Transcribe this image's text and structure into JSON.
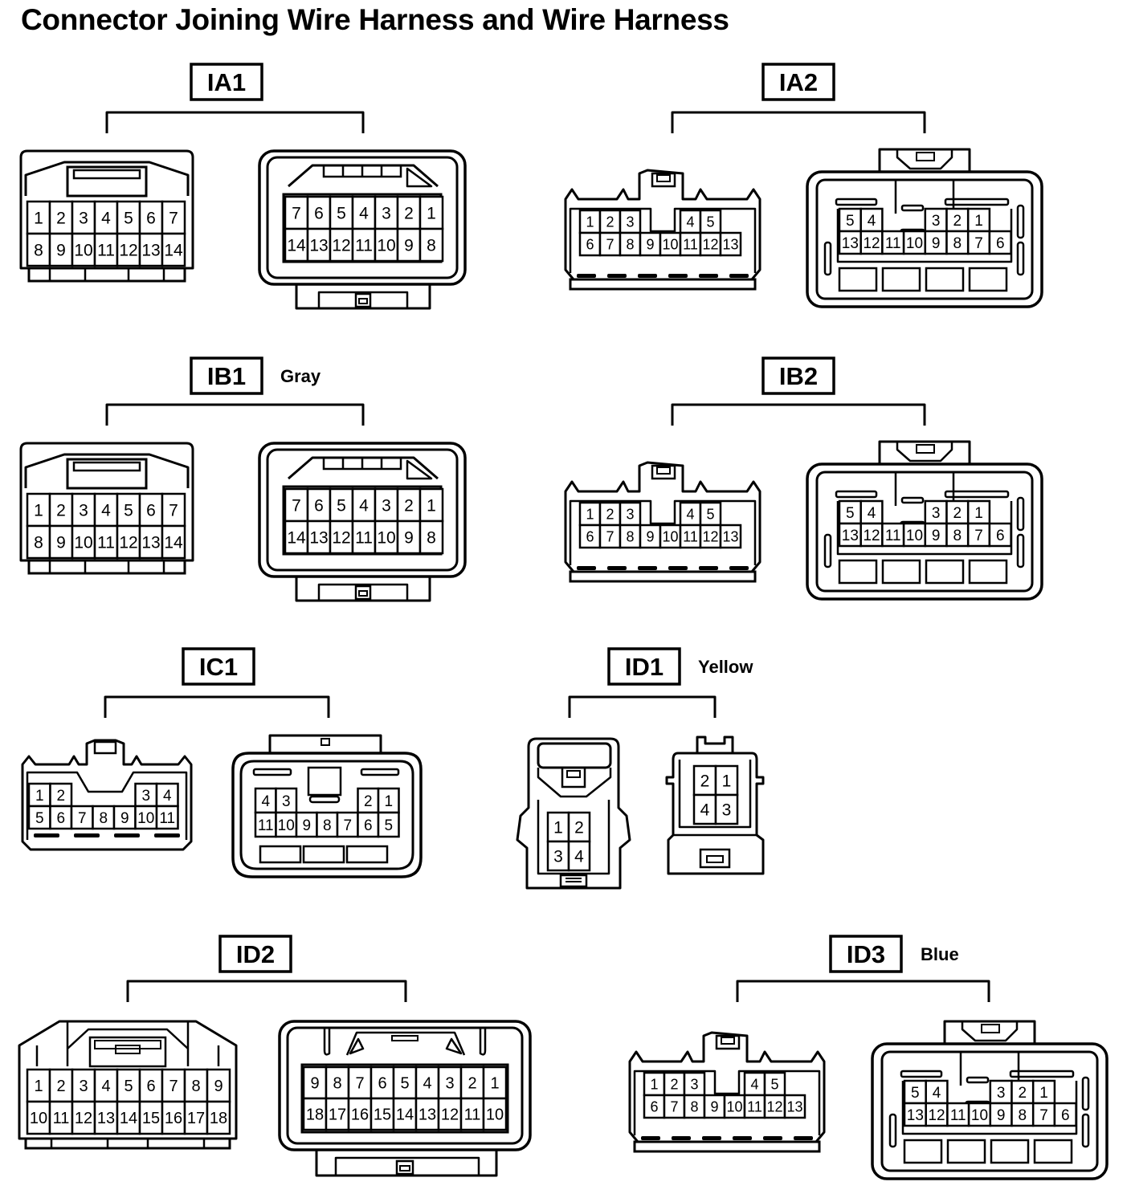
{
  "title": "Connector Joining Wire Harness and Wire Harness",
  "colors": {
    "stroke": "#000000",
    "background": "#ffffff"
  },
  "groups": [
    {
      "id": "IA1",
      "label": "IA1",
      "note": "",
      "connectors": [
        {
          "type": "A-male",
          "pins": [
            [
              "1",
              "2",
              "3",
              "4",
              "5",
              "6",
              "7"
            ],
            [
              "8",
              "9",
              "10",
              "11",
              "12",
              "13",
              "14"
            ]
          ]
        },
        {
          "type": "A-female",
          "pins": [
            [
              "7",
              "6",
              "5",
              "4",
              "3",
              "2",
              "1"
            ],
            [
              "14",
              "13",
              "12",
              "11",
              "10",
              "9",
              "8"
            ]
          ]
        }
      ]
    },
    {
      "id": "IA2",
      "label": "IA2",
      "note": "",
      "connectors": [
        {
          "type": "B-male",
          "pins": [
            [
              "1",
              "2",
              "3",
              "",
              "",
              "4",
              "5"
            ],
            [
              "6",
              "7",
              "8",
              "9",
              "10",
              "11",
              "12",
              "13"
            ]
          ]
        },
        {
          "type": "B-female",
          "pins": [
            [
              "5",
              "4",
              "",
              "",
              "3",
              "2",
              "1"
            ],
            [
              "13",
              "12",
              "11",
              "10",
              "9",
              "8",
              "7",
              "6"
            ]
          ]
        }
      ]
    },
    {
      "id": "IB1",
      "label": "IB1",
      "note": "Gray",
      "connectors": [
        {
          "type": "A-male",
          "pins": [
            [
              "1",
              "2",
              "3",
              "4",
              "5",
              "6",
              "7"
            ],
            [
              "8",
              "9",
              "10",
              "11",
              "12",
              "13",
              "14"
            ]
          ]
        },
        {
          "type": "A-female",
          "pins": [
            [
              "7",
              "6",
              "5",
              "4",
              "3",
              "2",
              "1"
            ],
            [
              "14",
              "13",
              "12",
              "11",
              "10",
              "9",
              "8"
            ]
          ]
        }
      ]
    },
    {
      "id": "IB2",
      "label": "IB2",
      "note": "",
      "connectors": [
        {
          "type": "B-male",
          "pins": [
            [
              "1",
              "2",
              "3",
              "",
              "",
              "4",
              "5"
            ],
            [
              "6",
              "7",
              "8",
              "9",
              "10",
              "11",
              "12",
              "13"
            ]
          ]
        },
        {
          "type": "B-female",
          "pins": [
            [
              "5",
              "4",
              "",
              "",
              "3",
              "2",
              "1"
            ],
            [
              "13",
              "12",
              "11",
              "10",
              "9",
              "8",
              "7",
              "6"
            ]
          ]
        }
      ]
    },
    {
      "id": "IC1",
      "label": "IC1",
      "note": "",
      "connectors": [
        {
          "type": "C-male",
          "pins": [
            [
              "1",
              "2",
              "",
              "",
              "",
              "3",
              "4"
            ],
            [
              "5",
              "6",
              "7",
              "8",
              "9",
              "10",
              "11"
            ]
          ]
        },
        {
          "type": "C-female",
          "pins": [
            [
              "4",
              "3",
              "",
              "",
              "",
              "2",
              "1"
            ],
            [
              "11",
              "10",
              "9",
              "8",
              "7",
              "6",
              "5"
            ]
          ]
        }
      ]
    },
    {
      "id": "ID1",
      "label": "ID1",
      "note": "Yellow",
      "connectors": [
        {
          "type": "D-male",
          "pins": [
            [
              "1",
              "2"
            ],
            [
              "3",
              "4"
            ]
          ]
        },
        {
          "type": "D-female",
          "pins": [
            [
              "2",
              "1"
            ],
            [
              "4",
              "3"
            ]
          ]
        }
      ]
    },
    {
      "id": "ID2",
      "label": "ID2",
      "note": "",
      "connectors": [
        {
          "type": "E-male",
          "pins": [
            [
              "1",
              "2",
              "3",
              "4",
              "5",
              "6",
              "7",
              "8",
              "9"
            ],
            [
              "10",
              "11",
              "12",
              "13",
              "14",
              "15",
              "16",
              "17",
              "18"
            ]
          ]
        },
        {
          "type": "E-female",
          "pins": [
            [
              "9",
              "8",
              "7",
              "6",
              "5",
              "4",
              "3",
              "2",
              "1"
            ],
            [
              "18",
              "17",
              "16",
              "15",
              "14",
              "13",
              "12",
              "11",
              "10"
            ]
          ]
        }
      ]
    },
    {
      "id": "ID3",
      "label": "ID3",
      "note": "Blue",
      "connectors": [
        {
          "type": "B-male",
          "pins": [
            [
              "1",
              "2",
              "3",
              "",
              "",
              "4",
              "5"
            ],
            [
              "6",
              "7",
              "8",
              "9",
              "10",
              "11",
              "12",
              "13"
            ]
          ]
        },
        {
          "type": "B-female",
          "pins": [
            [
              "5",
              "4",
              "",
              "",
              "3",
              "2",
              "1"
            ],
            [
              "13",
              "12",
              "11",
              "10",
              "9",
              "8",
              "7",
              "6"
            ]
          ]
        }
      ]
    }
  ]
}
